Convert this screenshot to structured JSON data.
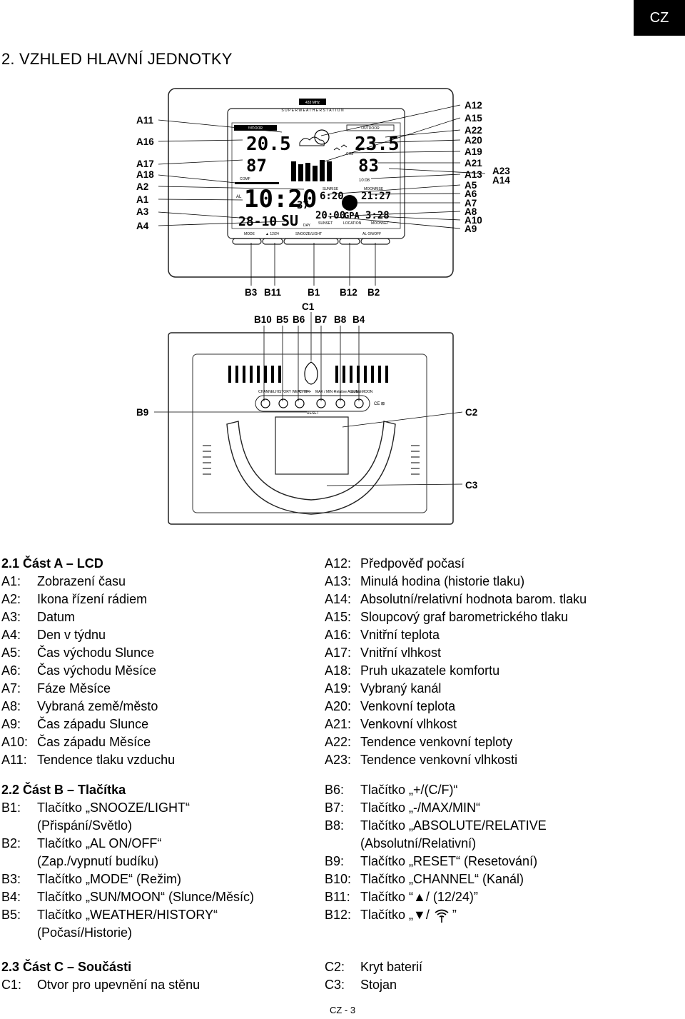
{
  "header": {
    "lang": "CZ",
    "title": "2. VZHLED HLAVNÍ JEDNOTKY"
  },
  "figure_front": {
    "brand": "433 MHz",
    "strip": "S U P E R   W E A T H E R   S T A T I O N",
    "indoor": "INDOOR",
    "outdoor": "OUTDOOR",
    "in_temp": "20.5",
    "in_hum": "87",
    "out_temp": "23.5",
    "out_hum": "83",
    "ch": "CH8",
    "time": "10:20",
    "seconds": "37",
    "date": "28-10",
    "day": "SU",
    "day_lbl": "DAY",
    "sunrise_lbl": "SUNRISE",
    "moonrise_lbl": "MOONRISE",
    "sunrise": "6:20",
    "moonrise": "21:27",
    "sunset_lbl": "SUNSET",
    "moonset_lbl": "MOONSET",
    "sunset": "20:00",
    "location": "GPA",
    "location_lbl": "LOCATION",
    "moonset": "3:28",
    "hist": "10:08",
    "comf": "COMF",
    "al": "AL",
    "btn_mode": "MODE",
    "btn_1224": "▲ 12/24",
    "btn_snooze": "SNOOZE/LIGHT",
    "btn_alon": "AL ON/OFF",
    "labels_left": [
      "A11",
      "A16",
      "A17",
      "A18",
      "A2",
      "A1",
      "A3",
      "A4"
    ],
    "labels_right": [
      "A12",
      "A15",
      "A22",
      "A20",
      "A19",
      "A21",
      "A13",
      "A5",
      "A6",
      "A7",
      "A8",
      "A10",
      "A9"
    ],
    "labels_right2": [
      "A23",
      "A14"
    ],
    "labels_bottom": [
      "B3",
      "B11",
      "B1",
      "B12",
      "B2"
    ]
  },
  "figure_back": {
    "c1": "C1",
    "labels_top": [
      "B10",
      "B5",
      "B6",
      "B7",
      "B8",
      "B4"
    ],
    "b9": "B9",
    "c2": "C2",
    "c3": "C3",
    "btn_labels": [
      "CHANNEL",
      "HISTORY WEATHER",
      "°C / °F +",
      "MAX / MIN -",
      "Relative Absolute",
      "SUN / MOON"
    ],
    "reset": "RESET",
    "marks": "CE ⊠"
  },
  "part_a": {
    "heading": "2.1 Část A – LCD",
    "left": [
      {
        "code": "A1:",
        "desc": "Zobrazení času"
      },
      {
        "code": "A2:",
        "desc": "Ikona řízení rádiem"
      },
      {
        "code": "A3:",
        "desc": "Datum"
      },
      {
        "code": "A4:",
        "desc": "Den v týdnu"
      },
      {
        "code": "A5:",
        "desc": "Čas východu Slunce"
      },
      {
        "code": "A6:",
        "desc": "Čas východu Měsíce"
      },
      {
        "code": "A7:",
        "desc": "Fáze Měsíce"
      },
      {
        "code": "A8:",
        "desc": "Vybraná země/město"
      },
      {
        "code": "A9:",
        "desc": "Čas západu Slunce"
      },
      {
        "code": "A10:",
        "desc": "Čas západu Měsíce"
      },
      {
        "code": "A11:",
        "desc": "Tendence tlaku vzduchu"
      }
    ],
    "right": [
      {
        "code": "A12:",
        "desc": "Předpověď počasí"
      },
      {
        "code": "A13:",
        "desc": "Minulá hodina (historie tlaku)"
      },
      {
        "code": "A14:",
        "desc": "Absolutní/relativní hodnota barom. tlaku"
      },
      {
        "code": "A15:",
        "desc": "Sloupcový graf barometrického tlaku"
      },
      {
        "code": "A16:",
        "desc": "Vnitřní teplota"
      },
      {
        "code": "A17:",
        "desc": "Vnitřní vlhkost"
      },
      {
        "code": "A18:",
        "desc": "Pruh ukazatele komfortu"
      },
      {
        "code": "A19:",
        "desc": "Vybraný kanál"
      },
      {
        "code": "A20:",
        "desc": "Venkovní teplota"
      },
      {
        "code": "A21:",
        "desc": "Venkovní vlhkost"
      },
      {
        "code": "A22:",
        "desc": "Tendence venkovní teploty"
      },
      {
        "code": "A23:",
        "desc": "Tendence venkovní vlhkosti"
      }
    ]
  },
  "part_b": {
    "heading": "2.2 Část B – Tlačítka",
    "b1": {
      "code": "B1:",
      "desc": "Tlačítko „SNOOZE/LIGHT“",
      "cont": "(Přispání/Světlo)"
    },
    "b2": {
      "code": "B2:",
      "desc": "Tlačítko „AL ON/OFF“",
      "cont": "(Zap./vypnutí budíku)"
    },
    "b3": {
      "code": "B3:",
      "desc": "Tlačítko „MODE“ (Režim)"
    },
    "b4": {
      "code": "B4:",
      "desc": "Tlačítko „SUN/MOON“ (Slunce/Měsíc)"
    },
    "b5": {
      "code": "B5:",
      "desc": "Tlačítko „WEATHER/HISTORY“",
      "cont": "(Počasí/Historie)"
    },
    "b6": {
      "code": "B6:",
      "desc": "Tlačítko „+/(C/F)“"
    },
    "b7": {
      "code": "B7:",
      "desc": "Tlačítko „-/MAX/MIN“"
    },
    "b8": {
      "code": "B8:",
      "desc": "Tlačítko „ABSOLUTE/RELATIVE",
      "cont": "(Absolutní/Relativní)"
    },
    "b9": {
      "code": "B9:",
      "desc": "Tlačítko „RESET“ (Resetování)"
    },
    "b10": {
      "code": "B10:",
      "desc": "Tlačítko „CHANNEL“ (Kanál)"
    },
    "b11": {
      "code": "B11:",
      "desc": "Tlačítko “▲/ (12/24)”"
    },
    "b12": {
      "code": "B12:",
      "desc": "Tlačítko „▼/",
      "desc_end": "”"
    }
  },
  "part_c": {
    "heading": "2.3 Část C – Součásti",
    "c1": {
      "code": "C1:",
      "desc": "Otvor pro upevnění na stěnu"
    },
    "c2": {
      "code": "C2:",
      "desc": "Kryt baterií"
    },
    "c3": {
      "code": "C3:",
      "desc": "Stojan"
    }
  },
  "footer": {
    "page": "CZ - 3"
  }
}
